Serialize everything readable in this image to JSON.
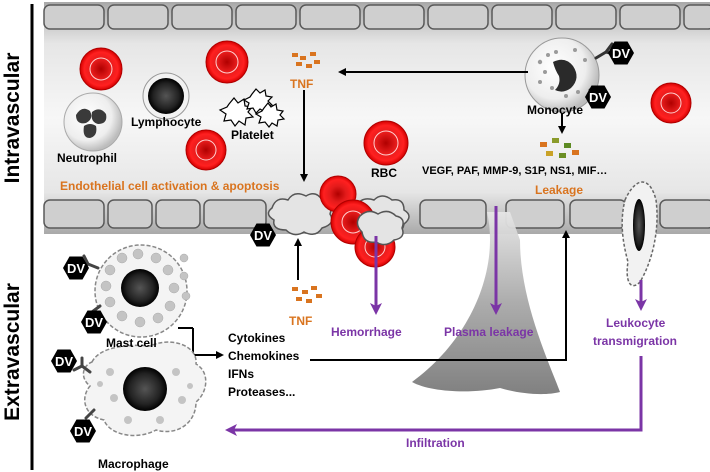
{
  "regions": {
    "intravascular": "Intravascular",
    "extravascular": "Extravascular"
  },
  "virus_label": "DV",
  "cells": {
    "neutrophil": "Neutrophil",
    "lymphocyte": "Lymphocyte",
    "platelet": "Platelet",
    "monocyte": "Monocyte",
    "rbc": "RBC",
    "mast_cell": "Mast cell",
    "macrophage": "Macrophage"
  },
  "mediators": {
    "tnf_top": "TNF",
    "tnf_bottom": "TNF",
    "soluble_factors": "VEGF, PAF, MMP-9, S1P, NS1, MIF…"
  },
  "processes": {
    "endothelial": "Endothelial cell activation & apoptosis",
    "leakage": "Leakage",
    "hemorrhage": "Hemorrhage",
    "plasma_leakage": "Plasma leakage",
    "leukocyte_line1": "Leukocyte",
    "leukocyte_line2": "transmigration",
    "infiltration": "Infiltration"
  },
  "secreted": [
    "Cytokines",
    "Chemokines",
    "IFNs",
    "Proteases..."
  ],
  "colors": {
    "orange": "#d9741f",
    "purple": "#7b35a6",
    "rbc_red": "#e01212",
    "vessel_gray": "#c8c8c8",
    "black": "#000000"
  }
}
